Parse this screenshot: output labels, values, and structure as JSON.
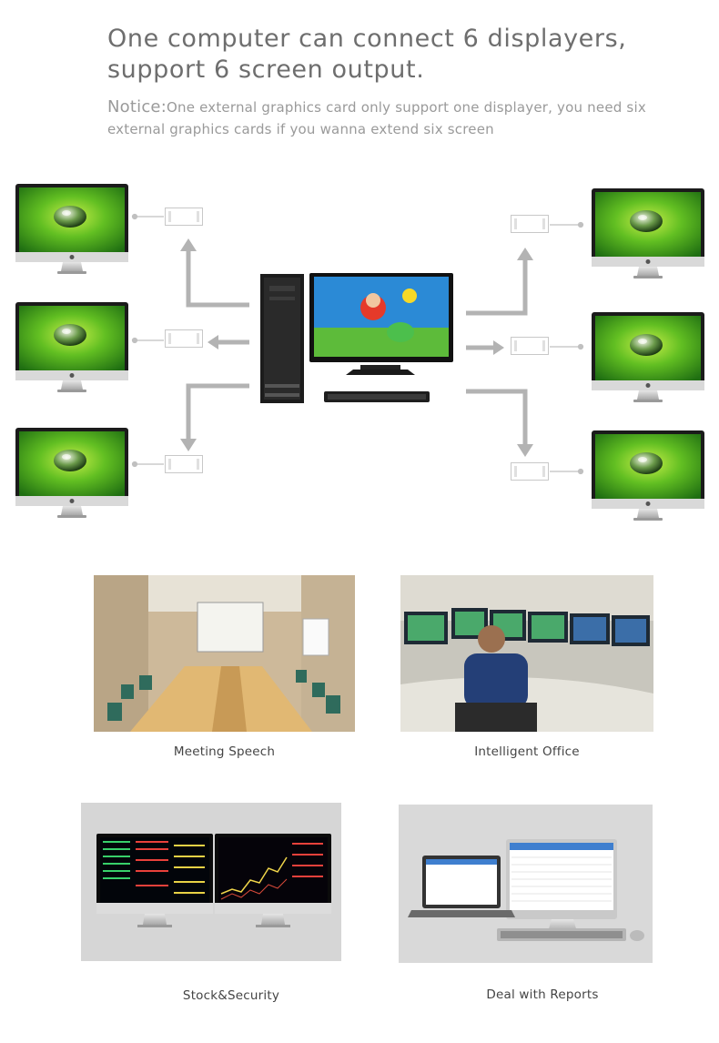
{
  "header": {
    "headline_line1": "One computer can connect 6 displayers,",
    "headline_line2": "support 6 screen output.",
    "notice_label": "Notice:",
    "notice_text": "One external graphics card only support one displayer, you need six external graphics cards if you wanna extend six screen"
  },
  "diagram": {
    "monitor_count": 6,
    "icons": [
      "imac-monitor-icon",
      "graphics-card-icon",
      "arrow-icon",
      "desktop-tower-icon",
      "center-monitor-icon",
      "keyboard-icon"
    ]
  },
  "scenarios": [
    {
      "caption": "Meeting Speech"
    },
    {
      "caption": "Intelligent Office"
    },
    {
      "caption": "Stock&Security"
    },
    {
      "caption": "Deal with Reports"
    }
  ],
  "colors": {
    "heading": "#6e6e6e",
    "notice": "#9a9a9a",
    "arrow": "#b3b3b3",
    "screen_green": "#5fbf2a"
  }
}
